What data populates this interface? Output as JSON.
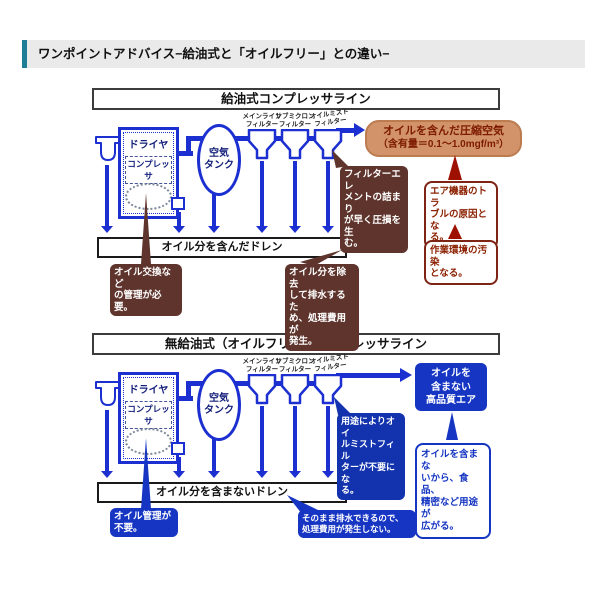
{
  "colors": {
    "pipe_blue": "#1c2fd0",
    "box_blue": "#1535c2",
    "navy_callout": "#1233ad",
    "dark_brown": "#5e342c",
    "tan_fill": "#d2936a",
    "tan_border": "#bc7c50",
    "dark_red": "#9e1000",
    "red_text": "#8b2000",
    "teal_accent": "#1d7e95",
    "header_gray": "#eaeaea"
  },
  "header": {
    "title": "ワンポイントアドバイス−給油式と「オイルフリー」との違い−"
  },
  "oiled": {
    "title": "給油式コンプレッサライン",
    "dryer": "ドライヤ",
    "compressor": "コンプレッサ",
    "tank": "空気\nタンク",
    "filter_labels": [
      "メインライン\nフィルター",
      "サブミクロン\nフィルター",
      "オイルミスト\nフィルター"
    ],
    "result": {
      "line1": "オイルを含んだ圧縮空気",
      "line2": "（含有量＝0.1〜1.0mgf/m³）"
    },
    "filter_note": "フィルターエレ\nメントの詰まり\nが早く圧損を生\nむ。",
    "effect1": "エア機器のトラ\nブルの原因とな\nる。",
    "effect2": "作業環境の汚染\nとなる。",
    "drain": "オイル分を含んだドレン",
    "oil_note": "オイル交換など\nの管理が必要。",
    "drain_note": "オイル分を除去\nして排水するた\nめ、処理費用が\n発生。"
  },
  "oilfree": {
    "title": "無給油式（オイルフリー）コンプレッサライン",
    "dryer": "ドライヤ",
    "compressor": "コンプレッサ",
    "tank": "空気\nタンク",
    "filter_labels": [
      "メインライン\nフィルター",
      "サブミクロン\nフィルター",
      "オイルミスト\nフィルター"
    ],
    "result": "オイルを\n含まない\n高品質エア",
    "filter_note": "用途によりオイ\nルミストフィル\nターが不要にな\nる。",
    "effect1": "オイルを含まな\nいから、食品、\n精密など用途が\n広がる。",
    "drain": "オイル分を含まないドレン",
    "oil_note": "オイル管理が\n不要。",
    "drain_note": "そのまま排水できるので、\n処理費用が発生しない。"
  }
}
